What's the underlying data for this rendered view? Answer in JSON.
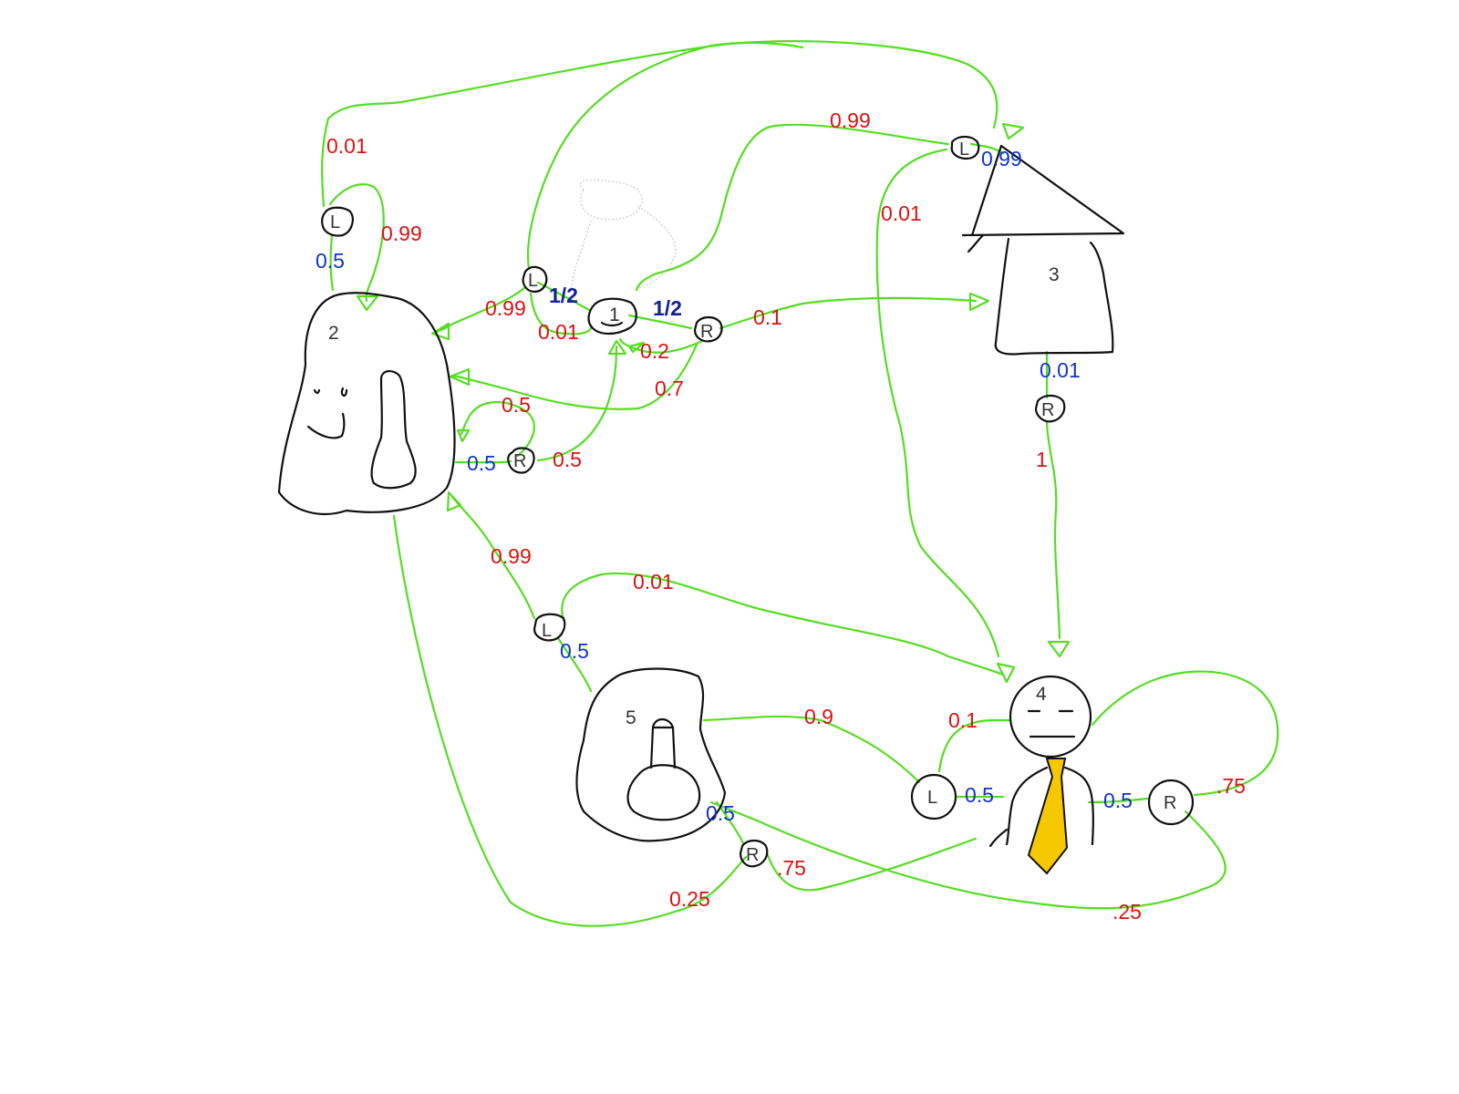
{
  "colors": {
    "edge": "#55dd22",
    "probability_label": "#dd1111",
    "action_label": "#1133cc",
    "action_label_bold": "#112299",
    "outline": "#111111",
    "tie": "#f5c800"
  },
  "nodes": [
    {
      "id": "1",
      "label": "1",
      "icon": "rock-with-lamp-icon"
    },
    {
      "id": "2",
      "label": "2",
      "icon": "smiling-rock-icon"
    },
    {
      "id": "3",
      "label": "3",
      "icon": "house-icon"
    },
    {
      "id": "4",
      "label": "4",
      "icon": "man-with-tie-icon"
    },
    {
      "id": "5",
      "label": "5",
      "icon": "spiral-rock-icon"
    }
  ],
  "actions": {
    "left": "L",
    "right": "R"
  },
  "labels": {
    "s2_L_prob": "0.5",
    "s2_L_to_far": "0.01",
    "s2_L_self": "0.99",
    "s2_R_prob": "0.5",
    "s2_R_self": "0.5",
    "s2_R_to1": "0.5",
    "s1_L_prob": "1/2",
    "s1_R_prob": "1/2",
    "s1_L_to2": "0.99",
    "s1_L_self": "0.01",
    "s1_R_to3": "0.1",
    "s1_R_self": "0.2",
    "s1_R_to2": "0.7",
    "s3_L_prob": "0.99",
    "s3_L_to1": "0.99",
    "s3_L_to4": "0.01",
    "s3_R_prob": "0.01",
    "s3_R_to4": "1",
    "s5_L_prob": "0.5",
    "s5_L_to2": "0.99",
    "s5_L_to4": "0.01",
    "s5_R_prob": "0.5",
    "s5_R_to2": "0.25",
    "s5_R_to4": ".75",
    "s4_L_prob": "0.5",
    "s4_L_to5": "0.9",
    "s4_L_self": "0.1",
    "s4_R_prob": "0.5",
    "s4_R_self": ".75",
    "s4_R_to5": ".25"
  }
}
